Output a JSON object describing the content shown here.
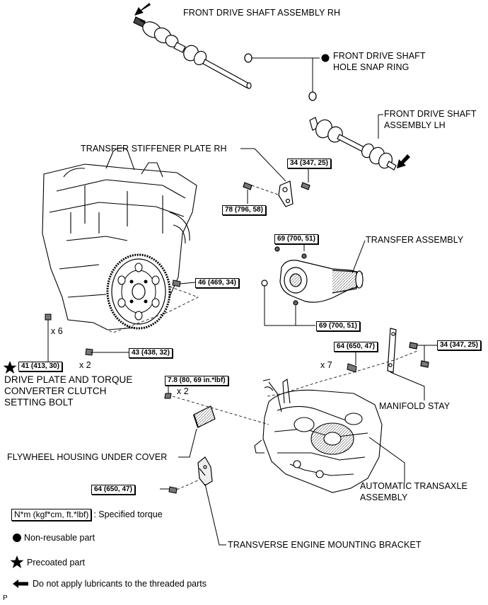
{
  "parts": {
    "front_drive_shaft_rh": "FRONT DRIVE SHAFT ASSEMBLY RH",
    "snap_ring_line1": "FRONT DRIVE SHAFT",
    "snap_ring_line2": "HOLE SNAP RING",
    "front_drive_shaft_lh_line1": "FRONT DRIVE SHAFT",
    "front_drive_shaft_lh_line2": "ASSEMBLY LH",
    "transfer_stiffener": "TRANSFER STIFFENER PLATE RH",
    "transfer_assembly": "TRANSFER ASSEMBLY",
    "drive_plate_line1": "DRIVE PLATE AND TORQUE",
    "drive_plate_line2": "CONVERTER CLUTCH",
    "drive_plate_line3": "SETTING BOLT",
    "manifold_stay": "MANIFOLD STAY",
    "flywheel_cover": "FLYWHEEL HOUSING UNDER COVER",
    "transaxle_line1": "AUTOMATIC TRANSAXLE",
    "transaxle_line2": "ASSEMBLY",
    "mounting_bracket": "TRANSVERSE ENGINE MOUNTING BRACKET"
  },
  "torques": {
    "stiffener_upper": "34 (347, 25)",
    "stiffener_lower": "78 (796, 58)",
    "transfer_upper": "69 (700, 51)",
    "transfer_lower": "69 (700, 51)",
    "flywheel_bolt": "46 (469, 34)",
    "bolt_x2_lower": "43 (438, 32)",
    "drive_plate_bolt": "41 (413, 30)",
    "transaxle_bolt": "64 (650, 47)",
    "manifold_stay_bolt": "34 (347, 25)",
    "cover_bolt": "7.8 (80, 69 in.*lbf)",
    "bracket_bolt": "64 (650, 47)"
  },
  "multipliers": {
    "x6": "x 6",
    "x2_engine": "x 2",
    "x7": "x 7",
    "x2_cover": "x 2"
  },
  "legend": {
    "torque_box": "N*m (kgf*cm, ft.*lbf)",
    "torque_text": ": Specified torque",
    "non_reusable": "Non-reusable part",
    "precoated": "Precoated part",
    "no_lubricant": "Do not apply lubricants to the threaded parts"
  },
  "page_code": "P",
  "icons": [
    "filled-circle-icon",
    "star-icon",
    "arrow-icon"
  ]
}
